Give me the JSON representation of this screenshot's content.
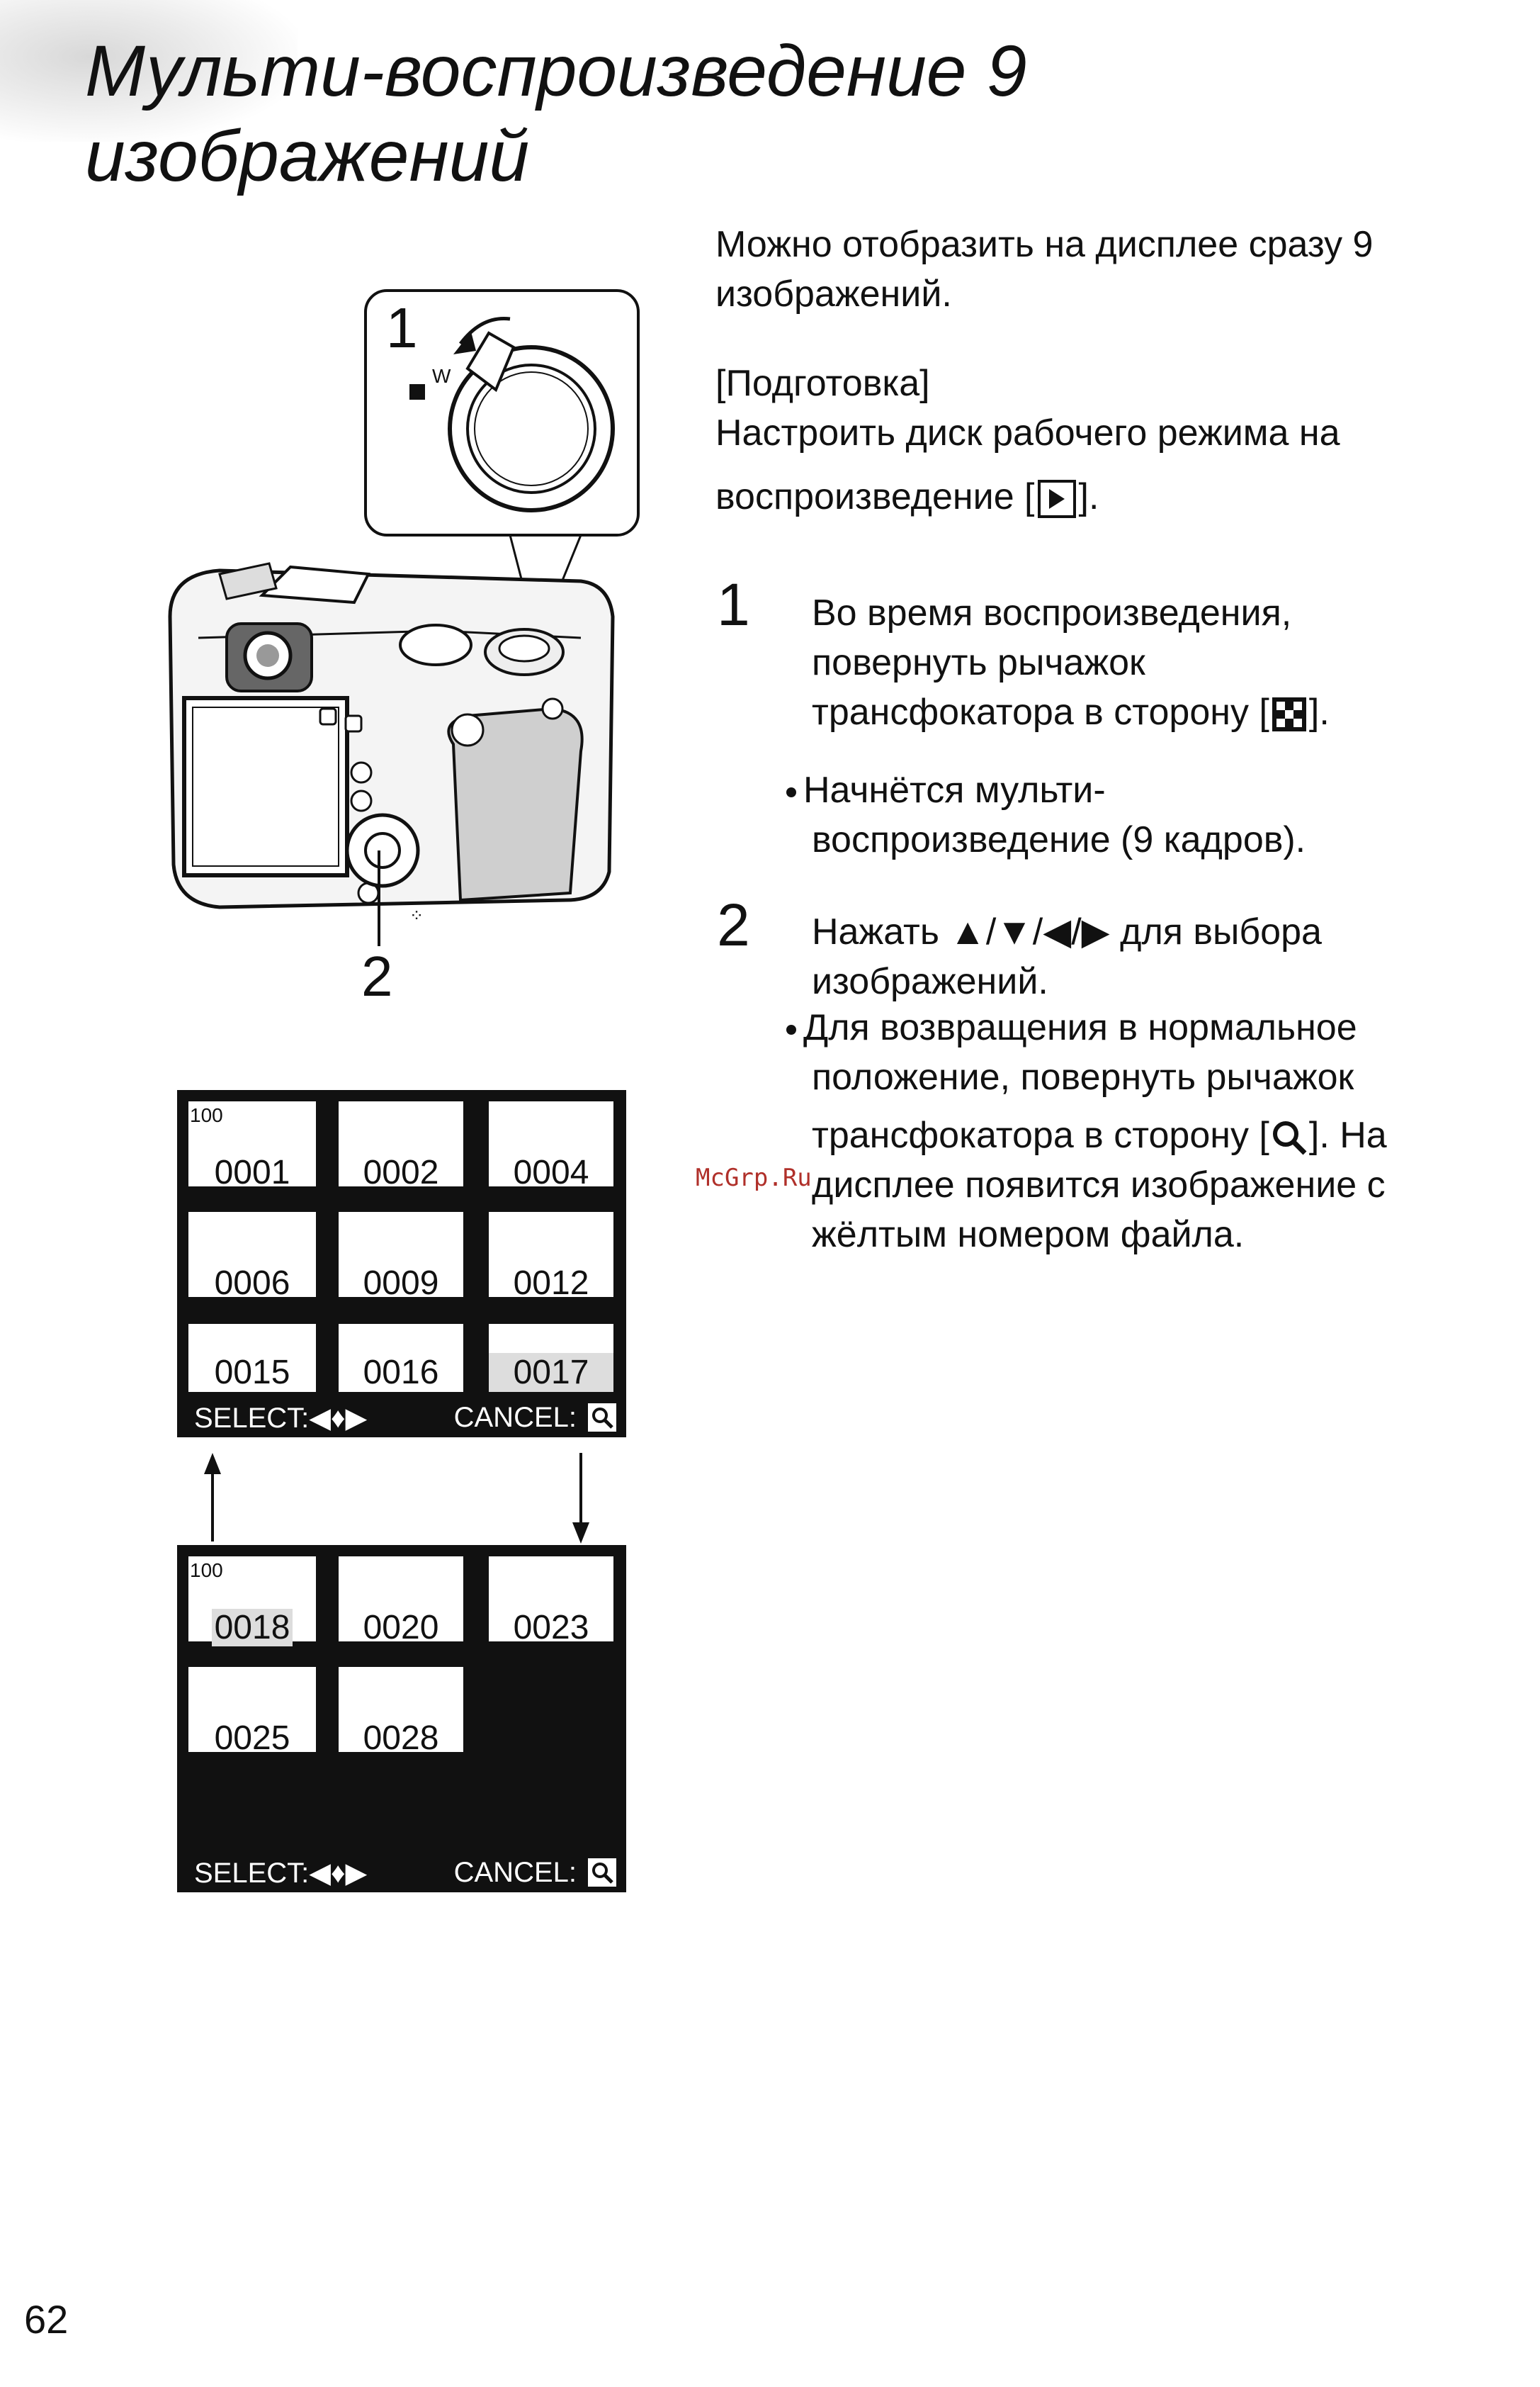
{
  "title": {
    "line1": "Мульти-воспроизведение 9",
    "line2": "изображений"
  },
  "intro": {
    "line1": "Можно отобразить на дисплее сразу 9",
    "line2": "изображений.",
    "prep": "[Подготовка]",
    "prep_line1": "Настроить диск рабочего режима на",
    "prep_line2_pre": "воспроизведение [",
    "prep_line2_post": "]."
  },
  "step1": {
    "number": "1",
    "line1": "Во время воспроизведения,",
    "line2": "повернуть рычажок",
    "line3_pre": "трансфокатора в сторону [",
    "line3_post": "].",
    "bullet_line1": "Начнётся мульти-",
    "bullet_line2": "воспроизведение (9 кадров)."
  },
  "step2": {
    "number": "2",
    "line1_pre": "Нажать ",
    "line1_arrows": "▲/▼/◀/▶",
    "line1_post": " для выбора",
    "line2": "изображений.",
    "bullet_line1": "Для возвращения в нормальное",
    "bullet_line2": "положение, повернуть рычажок",
    "bullet_line3_pre": "трансфокатора в сторону [",
    "bullet_line3_post": "]. На",
    "bullet_line4": "дисплее появится изображение с",
    "bullet_line5": "жёлтым номером файла."
  },
  "watermark": "McGrp.Ru",
  "figure": {
    "callout1": "1",
    "callout2": "2",
    "dial_w": "W"
  },
  "screen1": {
    "folder": "100",
    "thumbs": [
      "0001",
      "0002",
      "0004",
      "0006",
      "0009",
      "0012",
      "0015",
      "0016",
      "0017"
    ],
    "select": "SELECT:◀♦▶",
    "cancel": "CANCEL:"
  },
  "screen2": {
    "folder": "100",
    "thumbs": [
      "0018",
      "0020",
      "0023",
      "0025",
      "0028"
    ],
    "select": "SELECT:◀♦▶",
    "cancel": "CANCEL:"
  },
  "page_number": "62"
}
